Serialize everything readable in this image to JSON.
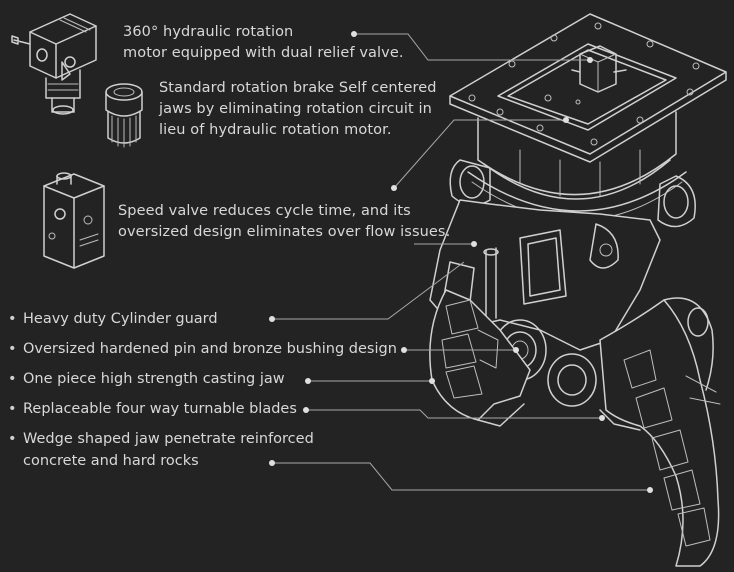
{
  "callouts": {
    "rotation_motor_line1": "360° hydraulic rotation",
    "rotation_motor_line2": "motor equipped with dual relief valve.",
    "brake_line1": "Standard rotation brake Self centered",
    "brake_line2": "jaws by eliminating rotation circuit in",
    "brake_line3": "lieu of hydraulic rotation motor.",
    "speed_valve_line1": "Speed valve reduces cycle time, and its",
    "speed_valve_line2": "oversized design eliminates over flow issues."
  },
  "features": [
    {
      "line1": "Heavy duty Cylinder guard"
    },
    {
      "line1": "Oversized hardened pin and bronze bushing design"
    },
    {
      "line1": "One piece high strength casting jaw"
    },
    {
      "line1": "Replaceable four way turnable blades"
    },
    {
      "line1": "Wedge shaped jaw penetrate reinforced",
      "line2": "concrete and hard rocks"
    }
  ],
  "colors": {
    "background": "#232323",
    "text": "#d8d8d8",
    "lines": "#d0d0d0"
  },
  "icons": [
    "hydraulic-motor-icon",
    "rotation-brake-icon",
    "speed-valve-icon",
    "demolition-pulverizer-illustration"
  ]
}
